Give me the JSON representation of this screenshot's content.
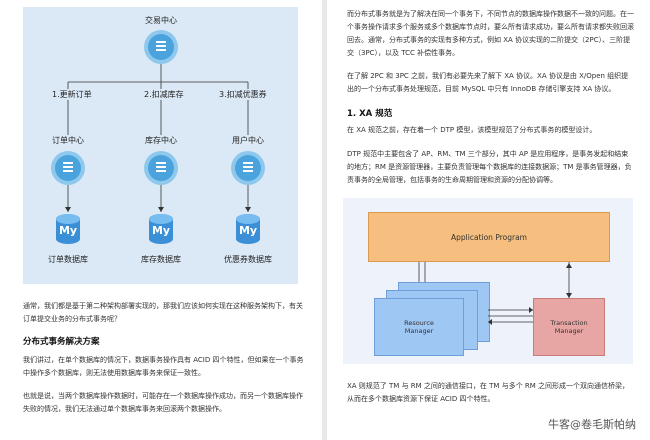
{
  "left_page": {
    "diagram": {
      "top_node": "交易中心",
      "edges": [
        "1.更新订单",
        "2.扣减库存",
        "3.扣减优惠券"
      ],
      "services": [
        "订单中心",
        "库存中心",
        "用户中心"
      ],
      "databases": [
        "订单数据库",
        "库存数据库",
        "优惠券数据库"
      ],
      "db_glyph": "My"
    },
    "para1": "通常，我们都是基于第二种架构部署实现的，那我们应该如何实现在这种服务架构下，有关订单提交业务的分布式事务呢？",
    "heading": "分布式事务解决方案",
    "para2": "我们讲过，在单个数据库的情况下，数据事务操作具有 ACID 四个特性，但如果在一个事务中操作多个数据库，则无法使用数据库事务来保证一致性。",
    "para3": "也就是说，当两个数据库操作数据时，可能存在一个数据库操作成功，而另一个数据库操作失败的情况，我们无法通过单个数据库事务来回滚两个数据操作。"
  },
  "right_page": {
    "para1": "而分布式事务就是为了解决在同一个事务下，不同节点的数据库操作数据不一致的问题。在一个事务操作请求多个服务或多个数据库节点时，要么所有请求成功，要么所有请求都失败回滚回去。通常，分布式事务的实现有多种方式，例如 XA 协议实现的二阶提交（2PC）、三阶提交（3PC），以及 TCC 补偿性事务。",
    "para2": "在了解 2PC 和 3PC 之前，我们有必要先来了解下 XA 协议。XA 协议是由 X/Open 组织提出的一个分布式事务处理规范，目前 MySQL 中只有 InnoDB 存储引擎支持 XA 协议。",
    "heading": "1. XA 规范",
    "para3": "在 XA 规范之前，存在着一个 DTP 模型，该模型规范了分布式事务的模型设计。",
    "para4": "DTP 规范中主要包含了 AP、RM、TM 三个部分，其中 AP 是应用程序，是事务发起和结束的地方；RM 是资源管理器，主要负责管理每个数据库的连接数据源；TM 是事务管理器，负责事务的全局管理，包括事务的生命周期管理和资源的分配协调等。",
    "diagram": {
      "app": "Application Program",
      "rm_line1": "Resource",
      "rm_line2": "Manager",
      "tm_line1": "Transaction",
      "tm_line2": "Manager"
    },
    "para5": "XA 则规范了 TM 与 RM 之间的通信接口，在 TM 与多个 RM 之间形成一个双向通信桥梁，从而在多个数据库资源下保证 ACID 四个特性。",
    "watermark": "牛客@卷毛斯帕纳"
  },
  "colors": {
    "diagram_bg": "#dbe9f6",
    "app_box": "#f7bf7f",
    "rm_box": "#9fc7f3",
    "tm_box": "#e7a6a3"
  }
}
